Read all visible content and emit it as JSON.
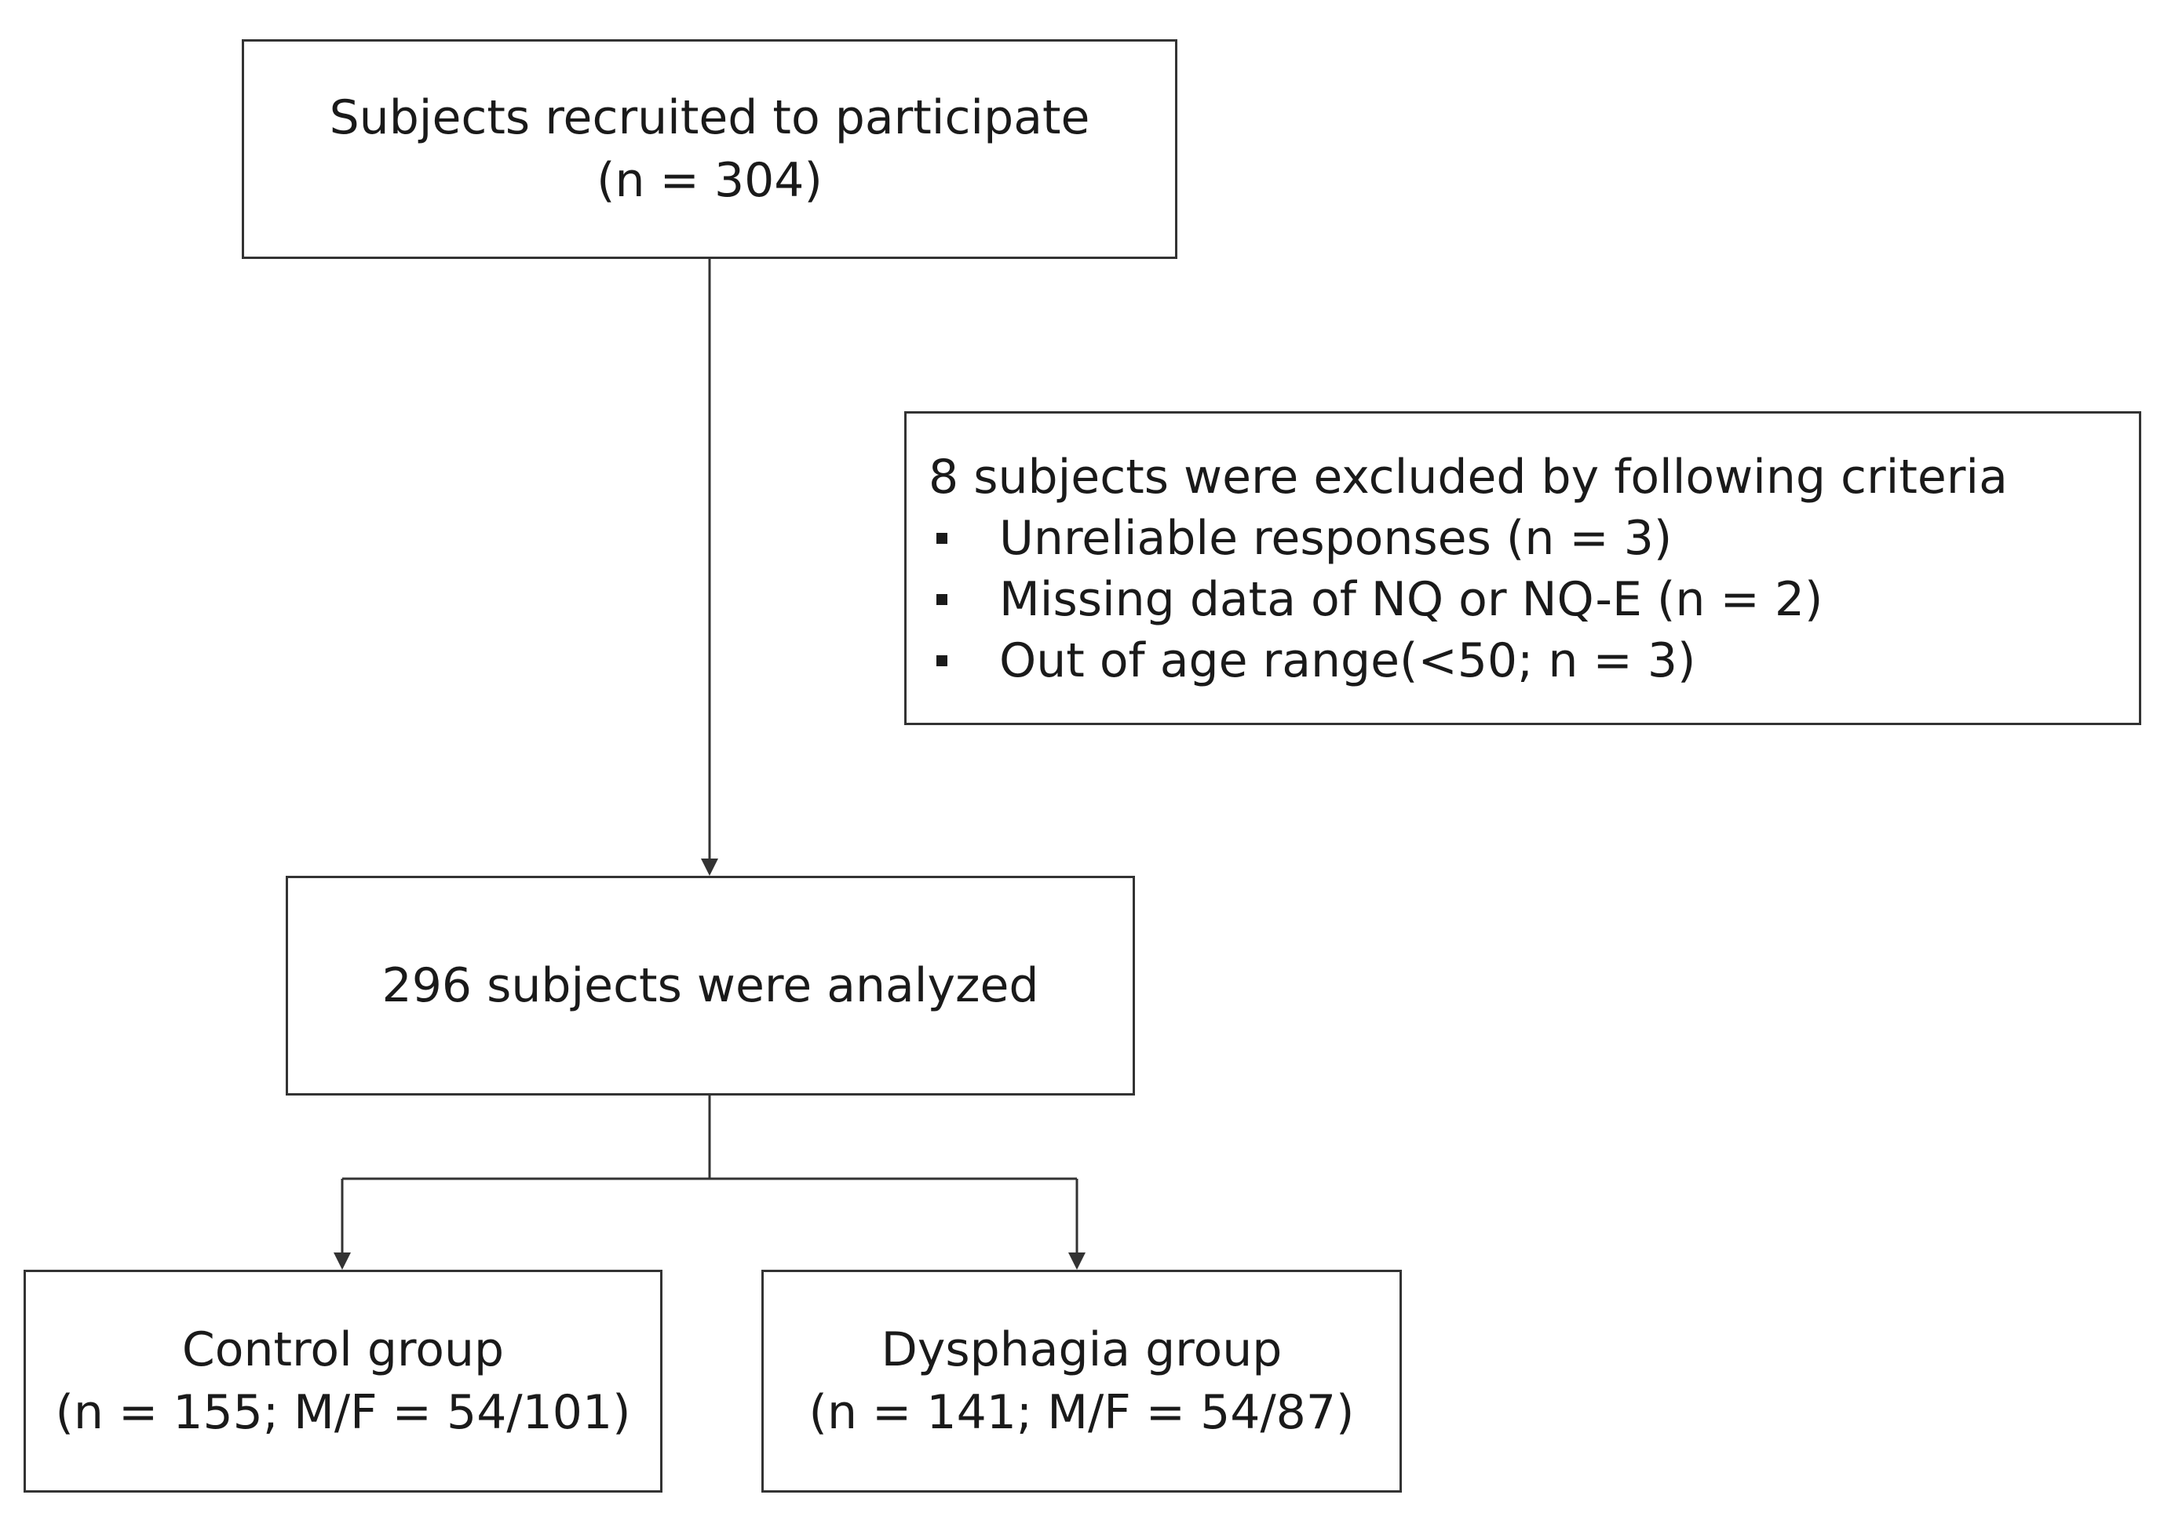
{
  "recruited": {
    "line1": "Subjects recruited to participate",
    "line2": "(n = 304)"
  },
  "excluded": {
    "header": "8 subjects were excluded by following criteria",
    "items": [
      "Unreliable responses (n = 3)",
      "Missing data of NQ or NQ-E (n = 2)",
      "Out of age range(<50; n = 3)"
    ]
  },
  "analyzed": {
    "line1": "296 subjects were analyzed"
  },
  "control": {
    "line1": "Control group",
    "line2": "(n = 155; M/F = 54/101)"
  },
  "dysphagia": {
    "line1": "Dysphagia group",
    "line2": "(n = 141; M/F = 54/87)"
  },
  "colors": {
    "border": "#333333",
    "text": "#1a1a1a",
    "background": "#ffffff"
  }
}
